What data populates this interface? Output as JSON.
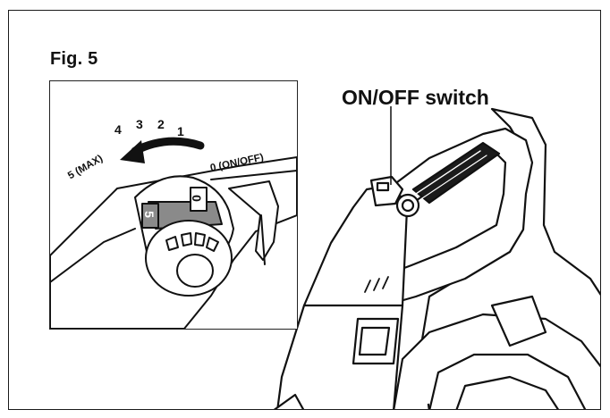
{
  "figure": {
    "label": "Fig. 5",
    "callout": "ON/OFF switch"
  },
  "dial": {
    "speed_numbers": [
      "4",
      "3",
      "2",
      "1"
    ],
    "max_label": "5 (MAX)",
    "off_label": "0 (ON/OFF)",
    "knob_numbers": [
      "5",
      "0"
    ]
  },
  "icons": {
    "arrow": "curved-arrow-icon"
  }
}
